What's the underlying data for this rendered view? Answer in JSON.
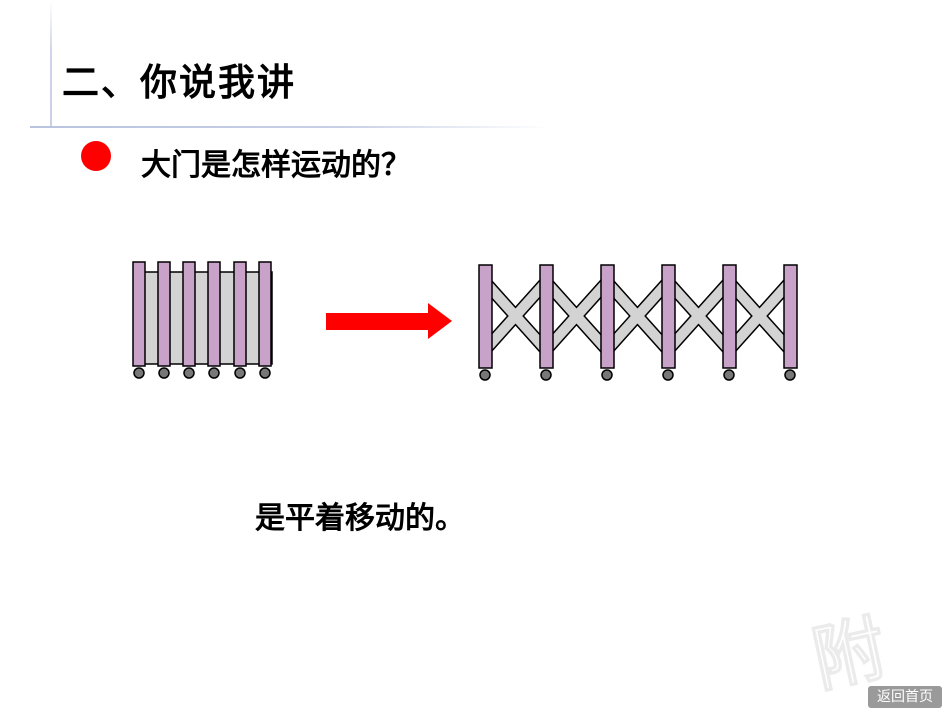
{
  "title": "二、你说我讲",
  "question": "大门是怎样运动的？",
  "answer": "是平着移动的。",
  "watermark": "附",
  "home_button_label": "返回首页",
  "colors": {
    "bullet": "#ff0000",
    "arrow": "#ff0000",
    "gate_post": "#c8a2c8",
    "gate_bar": "#d3d3d3",
    "home_button": "#9a9a9a"
  }
}
